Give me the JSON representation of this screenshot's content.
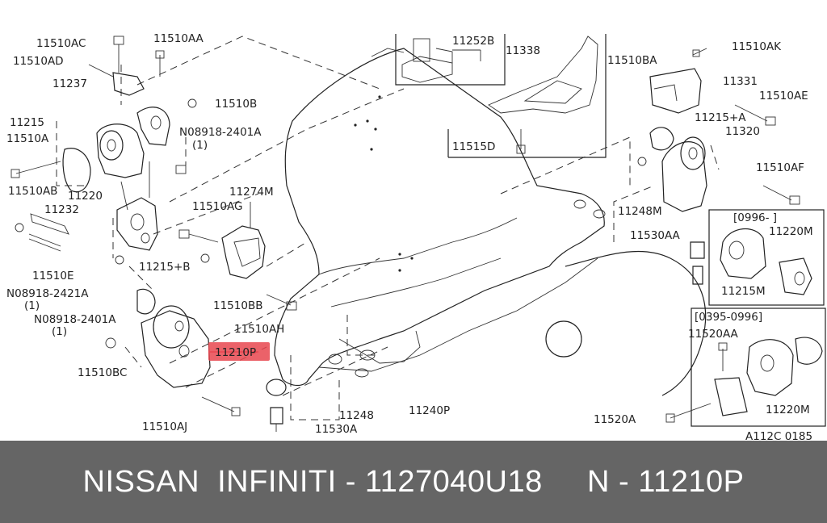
{
  "diagram": {
    "highlight_color": "#e8474f",
    "labels": {
      "p11510AC": "11510AC",
      "p11510AD": "11510AD",
      "p11237": "11237",
      "p11510AA": "11510AA",
      "p11510B": "11510B",
      "p11215": "11215",
      "p11510A": "11510A",
      "n08918_2401A_top": "N08918-2401A",
      "qty_top": "(1)",
      "p11510AB": "11510AB",
      "p11220_left": "11220",
      "p11232": "11232",
      "p11274M": "11274M",
      "p11510AG": "11510AG",
      "p11510E": "11510E",
      "p11215B": "11215+B",
      "n08918_2421A": "N08918-2421A",
      "qty_2421": "(1)",
      "p11510BB": "11510BB",
      "n08918_2401A_bottom": "N08918-2401A",
      "qty_bottom": "(1)",
      "p11510AH": "11510AH",
      "p11210P": "11210P",
      "p11510BC": "11510BC",
      "p11510AJ": "11510AJ",
      "p11248_bottom": "11248",
      "p11530A": "11530A",
      "p11240P": "11240P",
      "p11252B": "11252B",
      "p11338": "11338",
      "p11515D": "11515D",
      "p11510BA": "11510BA",
      "p11510AK": "11510AK",
      "p11331": "11331",
      "p11510AE": "11510AE",
      "p11215A": "11215+A",
      "p11320": "11320",
      "p11510AF": "11510AF",
      "p11248M": "11248M",
      "p11530AA": "11530AA",
      "inset1_range": "[0996-    ]",
      "p11220M_top": "11220M",
      "p11215M": "11215M",
      "inset2_range": "[0395-0996]",
      "p11520AA": "11520AA",
      "p11520A": "11520A",
      "p11220M_bottom": "11220M",
      "ref_code": "A112C 0185"
    }
  },
  "footer": {
    "caption": "NISSAN  INFINITI - 1127040U18     N - 11210P"
  }
}
